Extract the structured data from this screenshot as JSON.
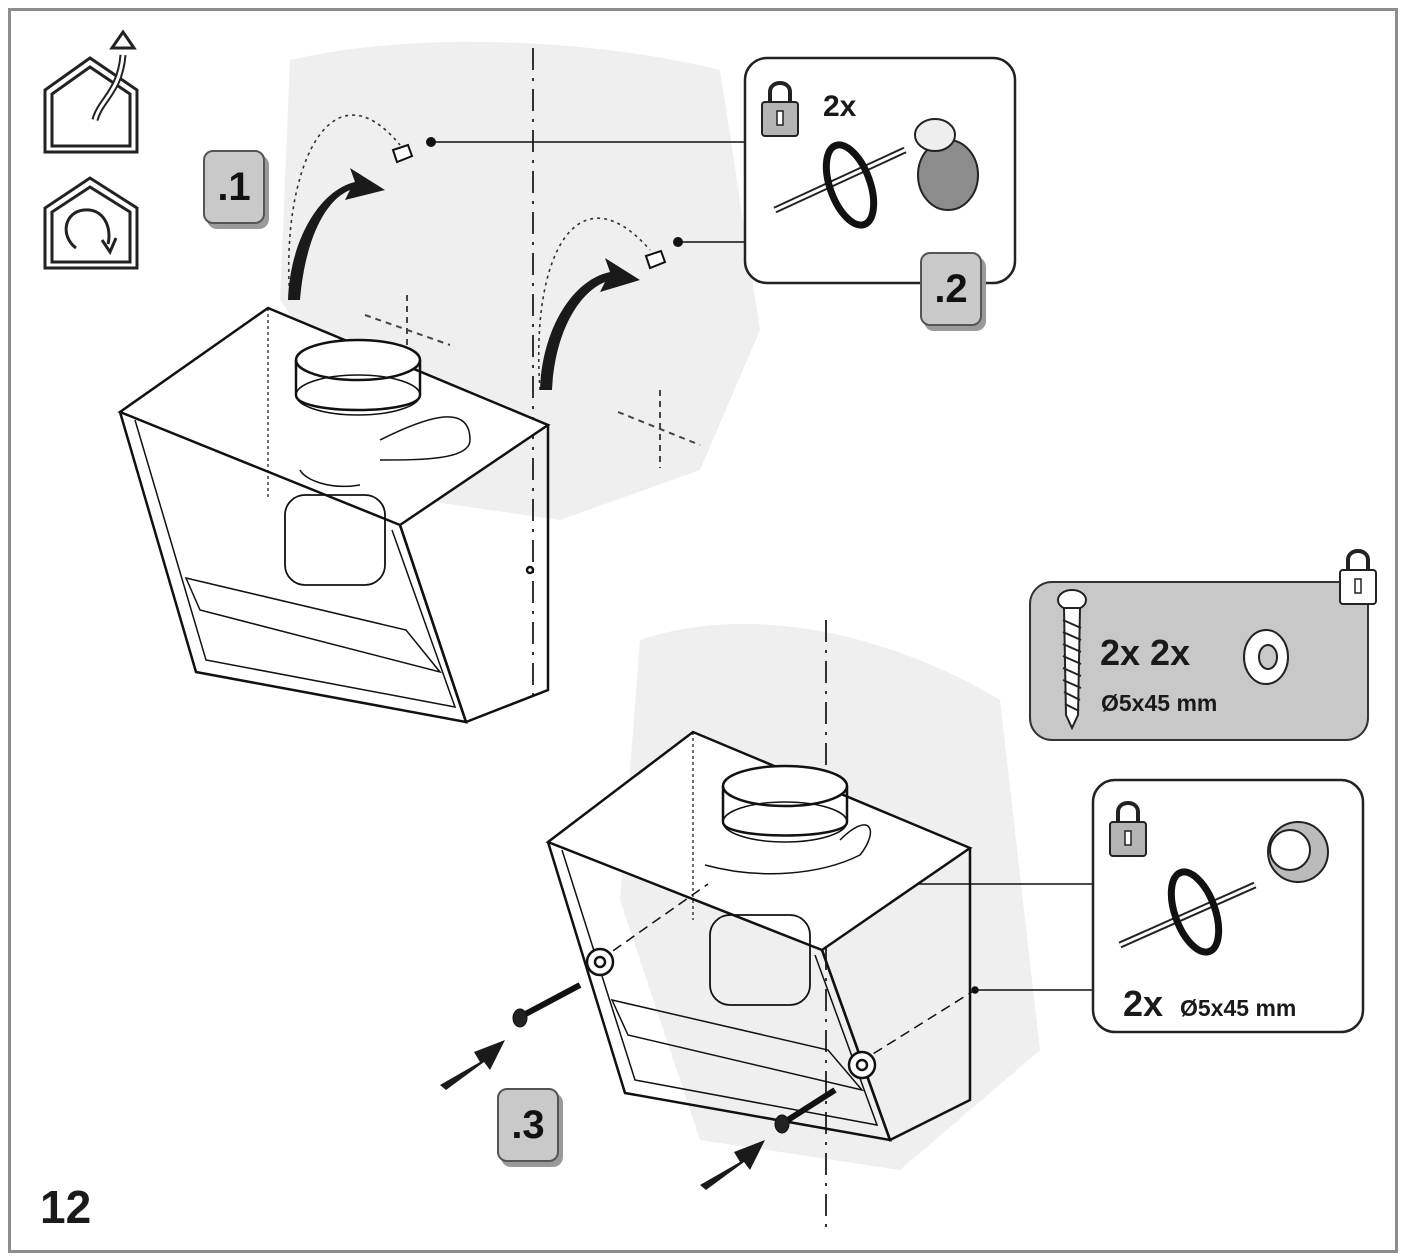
{
  "page_number": "12",
  "steps": [
    ".1",
    ".2",
    ".3"
  ],
  "callout_top": {
    "quantity": "2x",
    "icon": "padlock-icon"
  },
  "parts_box": {
    "quantity": "2x 2x",
    "screw_size": "Ø5x45 mm",
    "icon": "padlock-icon"
  },
  "callout_bottom": {
    "quantity": "2x",
    "screw_size": "Ø5x45 mm",
    "icon": "padlock-icon"
  },
  "mode_icons": [
    "ducted-exhaust-icon",
    "recirculation-icon"
  ],
  "colors": {
    "step_badge": "#c9c9c9",
    "parts_box": "#c8c8c8",
    "frame": "#8d8d8d"
  }
}
